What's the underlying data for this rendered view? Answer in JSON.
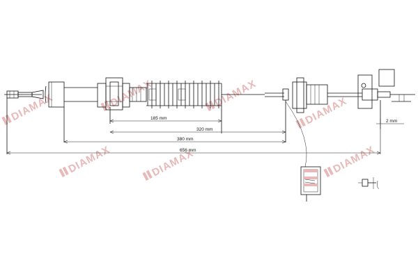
{
  "watermark": {
    "text": "DIAMAX",
    "color": "#e7b9b9"
  },
  "dimensions": {
    "d185": "185 mm",
    "d320": "320 mm",
    "d380": "380 mm",
    "d656": "656 mm",
    "d2": "2 mm"
  },
  "colors": {
    "line": "#111111",
    "accent": "#e7b9b9",
    "background": "#ffffff"
  }
}
